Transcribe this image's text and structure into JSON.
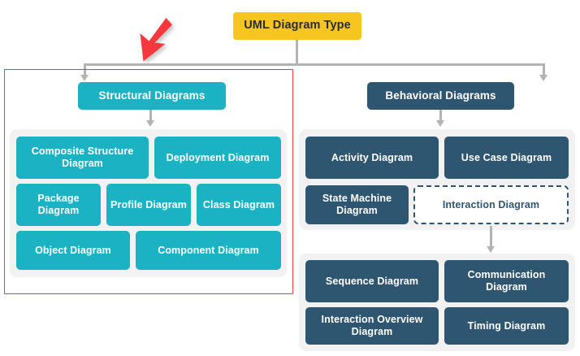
{
  "diagram": {
    "title": "UML Diagram Type",
    "root": {
      "label": "UML Diagram Type",
      "color": "#F7C520",
      "text_color": "#2b2b2b"
    },
    "colors": {
      "root_yellow": "#F7C520",
      "structural_teal": "#1BB3C4",
      "behavioral_navy": "#2F5670",
      "panel_grey": "#F2F2F2",
      "connector_grey": "#B3B3B3",
      "highlight_red": "#F0383C",
      "background": "#FFFFFF"
    },
    "annotation": {
      "red_arrow": "down-left-arrow-cursor",
      "highlight_label": "structural-diagrams-highlight-rectangle"
    },
    "branches": [
      {
        "id": "structural",
        "header": {
          "label": "Structural Diagrams",
          "color": "#1BB3C4"
        },
        "rows": [
          [
            {
              "label": "Composite Structure Diagram",
              "style": "teal"
            },
            {
              "label": "Deployment Diagram",
              "style": "teal"
            }
          ],
          [
            {
              "label": "Package Diagram",
              "style": "teal"
            },
            {
              "label": "Profile Diagram",
              "style": "teal"
            },
            {
              "label": "Class Diagram",
              "style": "teal"
            }
          ],
          [
            {
              "label": "Object Diagram",
              "style": "teal"
            },
            {
              "label": "Component Diagram",
              "style": "teal"
            }
          ]
        ]
      },
      {
        "id": "behavioral",
        "header": {
          "label": "Behavioral Diagrams",
          "color": "#2F5670"
        },
        "rows": [
          [
            {
              "label": "Activity Diagram",
              "style": "navy"
            },
            {
              "label": "Use Case Diagram",
              "style": "navy"
            }
          ],
          [
            {
              "label": "State Machine Diagram",
              "style": "navy"
            },
            {
              "label": "Interaction Diagram",
              "style": "dashed"
            }
          ]
        ],
        "sub_group": {
          "parent": "Interaction Diagram",
          "rows": [
            [
              {
                "label": "Sequence Diagram",
                "style": "navy"
              },
              {
                "label": "Communication Diagram",
                "style": "navy"
              }
            ],
            [
              {
                "label": "Interaction Overview Diagram",
                "style": "navy"
              },
              {
                "label": "Timing Diagram",
                "style": "navy"
              }
            ]
          ]
        }
      }
    ]
  }
}
